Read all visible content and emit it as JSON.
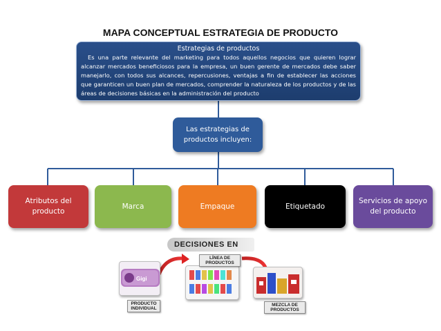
{
  "title": "MAPA CONCEPTUAL ESTRATEGIA DE PRODUCTO",
  "definition": {
    "heading": "Estrategias de productos",
    "text": "Es una parte relevante del marketing para todos aquellos negocios que quieren lograr alcanzar mercados beneficiosos para la empresa, un buen gerente de mercados debe saber manejarlo, con todos sus alcances, repercusiones, ventajas a fin de establecer las acciones que garanticen un buen plan de mercados, comprender la naturaleza de los productos y de las áreas de decisiones básicas en la administración del producto"
  },
  "center": {
    "text": "Las estrategias de productos incluyen:"
  },
  "categories": [
    {
      "label": "Atributos del producto",
      "color": "#c2393a"
    },
    {
      "label": "Marca",
      "color": "#8cb84e"
    },
    {
      "label": "Empaque",
      "color": "#ee7b22"
    },
    {
      "label": "Etiquetado",
      "color": "#000000"
    },
    {
      "label": "Servicios de apoyo del producto",
      "color": "#6a4b9c"
    }
  ],
  "illustration": {
    "banner": "DECISIONES EN",
    "labels": {
      "linea": "LÍNEA DE PRODUCTOS",
      "individual": "PRODUCTO INDIVIDUAL",
      "mezcla": "MEZCLA DE PRODUCTOS"
    },
    "product_brand": "Gigi"
  },
  "colors": {
    "dark_blue": "#1d3d6e",
    "mid_blue": "#2f5b9a",
    "connector": "#2f5b9a"
  }
}
